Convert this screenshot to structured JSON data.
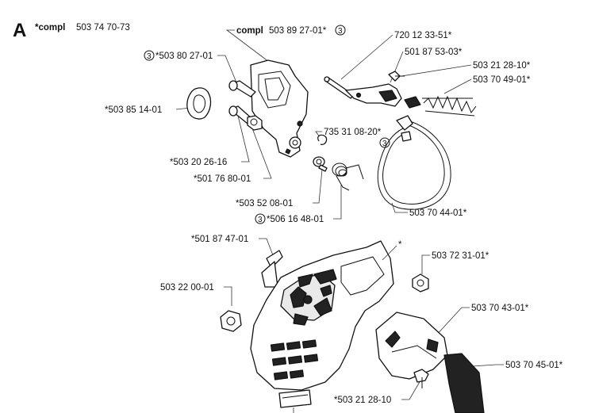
{
  "section_letter": "A",
  "header": {
    "compl_word": "*compl",
    "assembly_number": "503 74 70-73"
  },
  "circled_note": "3",
  "labels": {
    "compl_brake": {
      "prefix": "compl",
      "number": "503 89 27-01*"
    },
    "l_720": "720 12 33-51*",
    "l_5018753": "501 87 53-03*",
    "l_5032128a": "503 21 28-10*",
    "l_5037049": "503 70 49-01*",
    "l_5038027": "*503 80 27-01",
    "l_5038514": "*503 85 14-01",
    "l_735": "735 31 08-20*",
    "l_5032026": "*503 20 26-16",
    "l_5017680": "*501 76 80-01",
    "l_5035208": "*503 52 08-01",
    "l_5061648": "*506 16 48-01",
    "l_5037044": "503 70 44-01*",
    "l_5018747": "*501 87 47-01",
    "l_star": "*",
    "l_5037231": "503 72 31-01*",
    "l_5032200": "503 22 00-01",
    "l_5037043": "503 70 43-01*",
    "l_5037045": "503 70 45-01*",
    "l_5032128b": "*503 21 28-10"
  }
}
